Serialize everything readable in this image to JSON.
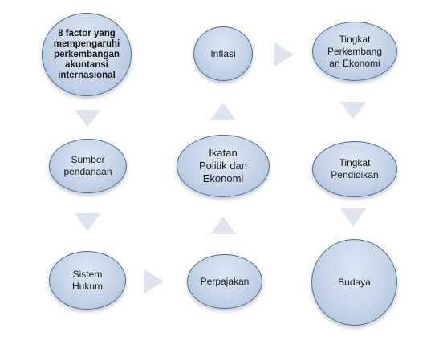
{
  "diagram": {
    "nodes": [
      {
        "id": "factors",
        "label": "8 factor yang\nmempengaruhi\nperkembangan\nakuntansi\ninternasional",
        "bold": true
      },
      {
        "id": "sumber",
        "label": "Sumber\npendanaan",
        "bold": false
      },
      {
        "id": "sistem",
        "label": "Sistem\nHukum",
        "bold": false
      },
      {
        "id": "perpajakan",
        "label": "Perpajakan",
        "bold": false
      },
      {
        "id": "ikatan",
        "label": "Ikatan\nPolitik dan\nEkonomi",
        "bold": false
      },
      {
        "id": "inflasi",
        "label": "Inflasi",
        "bold": false
      },
      {
        "id": "perkembangan",
        "label": "Tingkat\nPerkembang\nan Ekonomi",
        "bold": false
      },
      {
        "id": "pendidikan",
        "label": "Tingkat\nPendidikan",
        "bold": false
      },
      {
        "id": "budaya",
        "label": "Budaya",
        "bold": false
      }
    ],
    "edges": [
      {
        "from": "factors",
        "to": "sumber",
        "direction": "down"
      },
      {
        "from": "sumber",
        "to": "sistem",
        "direction": "down"
      },
      {
        "from": "sistem",
        "to": "perpajakan",
        "direction": "right"
      },
      {
        "from": "perpajakan",
        "to": "ikatan",
        "direction": "up"
      },
      {
        "from": "ikatan",
        "to": "inflasi",
        "direction": "up"
      },
      {
        "from": "inflasi",
        "to": "perkembangan",
        "direction": "right"
      },
      {
        "from": "perkembangan",
        "to": "pendidikan",
        "direction": "down"
      },
      {
        "from": "pendidikan",
        "to": "budaya",
        "direction": "down"
      }
    ]
  }
}
